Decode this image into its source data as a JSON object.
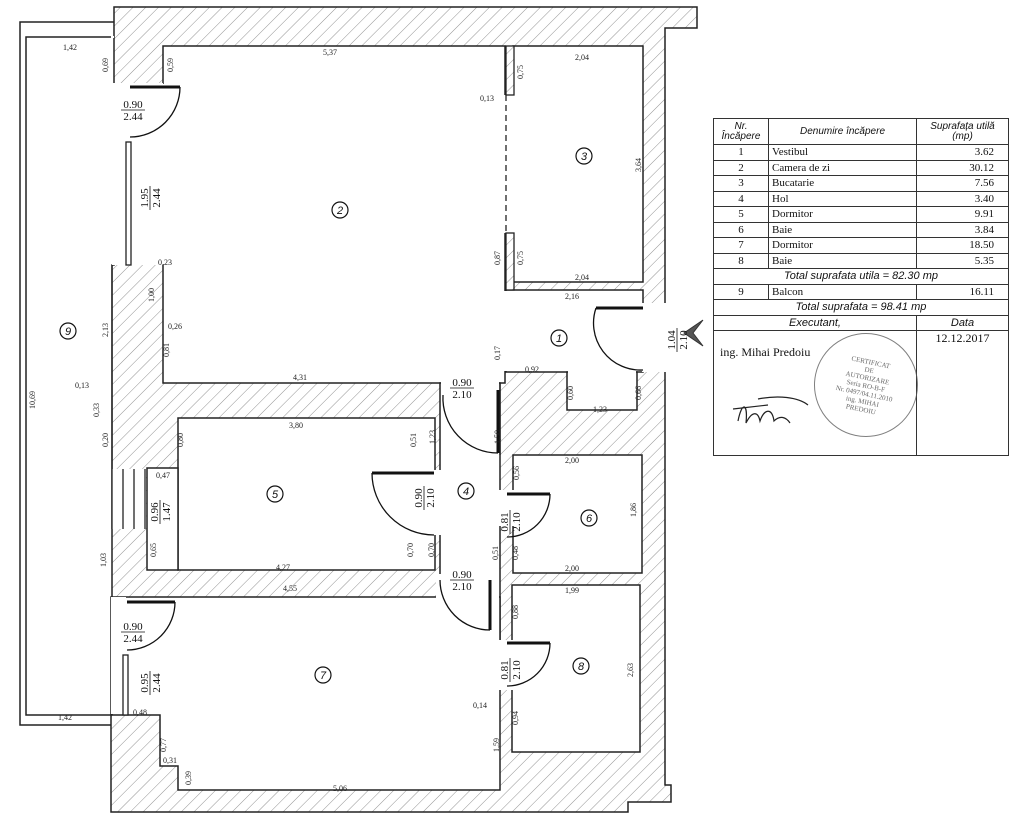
{
  "table": {
    "header": {
      "nr": "Nr. Încăpere",
      "name": "Denumire încăpere",
      "area": "Suprafața utilă (mp)"
    },
    "rows": [
      {
        "nr": "1",
        "name": "Vestibul",
        "area": "3.62"
      },
      {
        "nr": "2",
        "name": "Camera de zi",
        "area": "30.12"
      },
      {
        "nr": "3",
        "name": "Bucatarie",
        "area": "7.56"
      },
      {
        "nr": "4",
        "name": "Hol",
        "area": "3.40"
      },
      {
        "nr": "5",
        "name": "Dormitor",
        "area": "9.91"
      },
      {
        "nr": "6",
        "name": "Baie",
        "area": "3.84"
      },
      {
        "nr": "7",
        "name": "Dormitor",
        "area": "18.50"
      },
      {
        "nr": "8",
        "name": "Baie",
        "area": "5.35"
      }
    ],
    "total_util": "Total suprafata utila = 82.30 mp",
    "balcony": {
      "nr": "9",
      "name": "Balcon",
      "area": "16.11"
    },
    "total": "Total suprafata = 98.41 mp",
    "executant_label": "Executant,",
    "date_label": "Data",
    "engineer": "ing. Mihai Predoiu",
    "date": "12.12.2017",
    "stamp": [
      "CERTIFICAT",
      "DE",
      "AUTORIZARE",
      "Seria RO-B-F",
      "Nr. 0497/04.11.2010",
      "ing. MIHAI",
      "PREDOIU"
    ]
  },
  "plan": {
    "rooms": [
      "1",
      "2",
      "3",
      "4",
      "5",
      "6",
      "7",
      "8",
      "9"
    ],
    "doors": [
      {
        "w": "0.90",
        "h": "2.44"
      },
      {
        "w": "1.95",
        "h": "2.44"
      },
      {
        "w": "1.04",
        "h": "2.10"
      },
      {
        "w": "0.90",
        "h": "2.10"
      },
      {
        "w": "0.90",
        "h": "2.10"
      },
      {
        "w": "0.81",
        "h": "2.10"
      },
      {
        "w": "0.90",
        "h": "2.10"
      },
      {
        "w": "0.81",
        "h": "2.10"
      },
      {
        "w": "0.96",
        "h": "1.47"
      },
      {
        "w": "0.90",
        "h": "2.44"
      },
      {
        "w": "0.95",
        "h": "2.44"
      }
    ],
    "dims": [
      "1,42",
      "0,69",
      "0,59",
      "5,37",
      "2,04",
      "0,75",
      "0,13",
      "3,64",
      "0,87",
      "0,75",
      "2,04",
      "2,16",
      "0,17",
      "0,92",
      "0,60",
      "0,66",
      "1,23",
      "1,50",
      "0,56",
      "2,00",
      "1,86",
      "0,51",
      "0,48",
      "2,00",
      "1,99",
      "0,88",
      "2,63",
      "0,14",
      "0,94",
      "1,59",
      "0,51",
      "1,23",
      "0,70",
      "0,70",
      "3,80",
      "0,80",
      "0,47",
      "0,65",
      "4,27",
      "4,55",
      "1,03",
      "1,42",
      "0,48",
      "0,77",
      "0,31",
      "0,39",
      "5,06",
      "0,23",
      "1,00",
      "0,26",
      "0,81",
      "2,13",
      "0,13",
      "0,33",
      "0,20",
      "10,69",
      "4,31"
    ]
  }
}
